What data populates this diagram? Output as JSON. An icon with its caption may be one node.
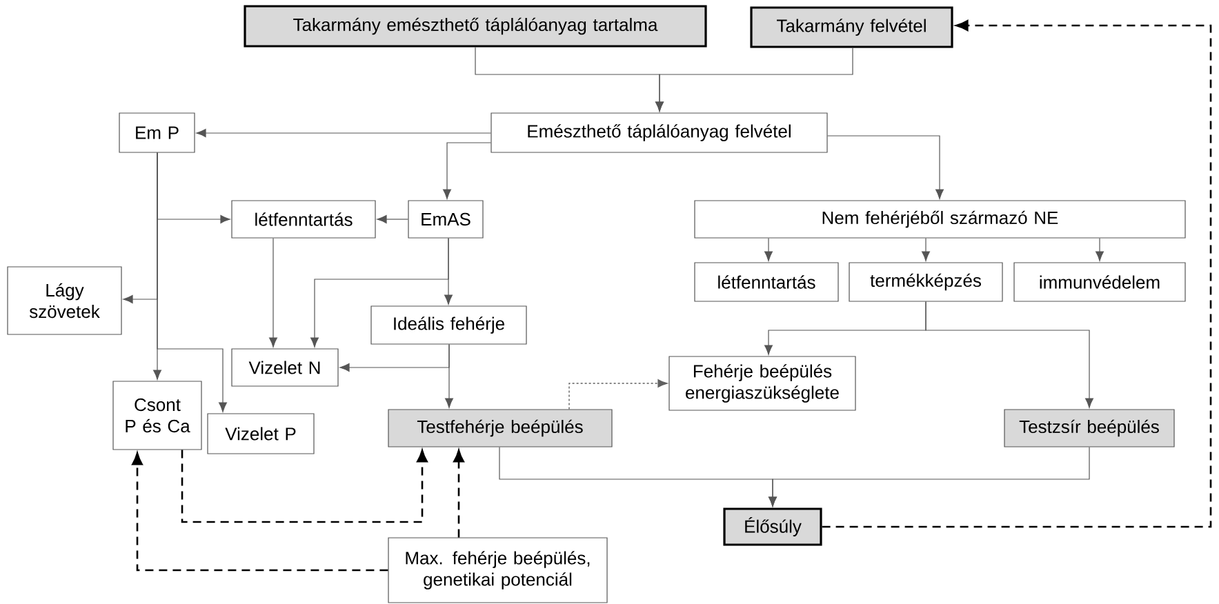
{
  "diagram": {
    "nodes": [
      {
        "text": [
          "Takarmány emészthető táplálóanyag tartalma"
        ]
      },
      {
        "text": [
          "Takarmány felvétel"
        ]
      },
      {
        "text": [
          "Emészthető táplálóanyag felvétel"
        ]
      },
      {
        "text": [
          "Em P"
        ]
      },
      {
        "text": [
          "létfenntartás"
        ]
      },
      {
        "text": [
          "EmAS"
        ]
      },
      {
        "text": [
          "Nem fehérjéből származó NE"
        ]
      },
      {
        "text": [
          "Lágy szövetek"
        ]
      },
      {
        "text": [
          "Ideális fehérje"
        ]
      },
      {
        "text": [
          "Vizelet N"
        ]
      },
      {
        "text": [
          "létfenntartás"
        ]
      },
      {
        "text": [
          "termékképzés"
        ]
      },
      {
        "text": [
          "immunvédelem"
        ]
      },
      {
        "text": [
          "Fehérje beépülés energiaszükséglete"
        ]
      },
      {
        "text": [
          "Csont",
          "P és Ca"
        ]
      },
      {
        "text": [
          "Vizelet P"
        ]
      },
      {
        "text": [
          "Testfehérje beépülés"
        ]
      },
      {
        "text": [
          "Testzsír beépülés"
        ]
      },
      {
        "text": [
          "Élősúly"
        ]
      },
      {
        "text": [
          "Max. fehérje beépülés, genetikai potenciál"
        ]
      }
    ],
    "edges": [
      {
        "from": 0,
        "to": 2,
        "arrow": "to"
      },
      {
        "from": 1,
        "to": 2,
        "arrow": "to"
      },
      {
        "from": 2,
        "to": 3,
        "arrow": "to"
      },
      {
        "from": 2,
        "to": 5,
        "arrow": "to"
      },
      {
        "from": 2,
        "to": 6,
        "arrow": "to"
      },
      {
        "from": 3,
        "to": 4,
        "arrow": "to"
      },
      {
        "from": 3,
        "to": 7,
        "arrow": "to"
      },
      {
        "from": 3,
        "to": 14,
        "arrow": "to"
      },
      {
        "from": 3,
        "to": 15,
        "arrow": "to"
      },
      {
        "from": 5,
        "to": 4,
        "arrow": "to"
      },
      {
        "from": 5,
        "to": 8,
        "arrow": "to"
      },
      {
        "from": 5,
        "to": 9,
        "arrow": "to"
      },
      {
        "from": 4,
        "to": 9,
        "arrow": "to"
      },
      {
        "from": 8,
        "to": 9,
        "arrow": "to"
      },
      {
        "from": 8,
        "to": 16,
        "arrow": "to"
      },
      {
        "from": 6,
        "to": 10,
        "arrow": "to"
      },
      {
        "from": 6,
        "to": 11,
        "arrow": "to"
      },
      {
        "from": 6,
        "to": 12,
        "arrow": "to"
      },
      {
        "from": 11,
        "to": 13,
        "arrow": "to"
      },
      {
        "from": 11,
        "to": 17,
        "arrow": "to"
      },
      {
        "from": 16,
        "to": 13,
        "arrow": "to",
        "style": "dashed",
        "color": "#606060"
      },
      {
        "from": 14,
        "to": 16,
        "arrow": "to",
        "style": "dashed"
      },
      {
        "from": 19,
        "to": 16,
        "arrow": "to",
        "style": "dashed"
      },
      {
        "from": 19,
        "to": 14,
        "arrow": "to",
        "style": "dashed"
      },
      {
        "from": 16,
        "to": 18,
        "arrow": "to"
      },
      {
        "from": 17,
        "to": 18,
        "arrow": "to"
      },
      {
        "from": 18,
        "to": 1,
        "arrow": "to",
        "style": "dashed"
      }
    ]
  }
}
